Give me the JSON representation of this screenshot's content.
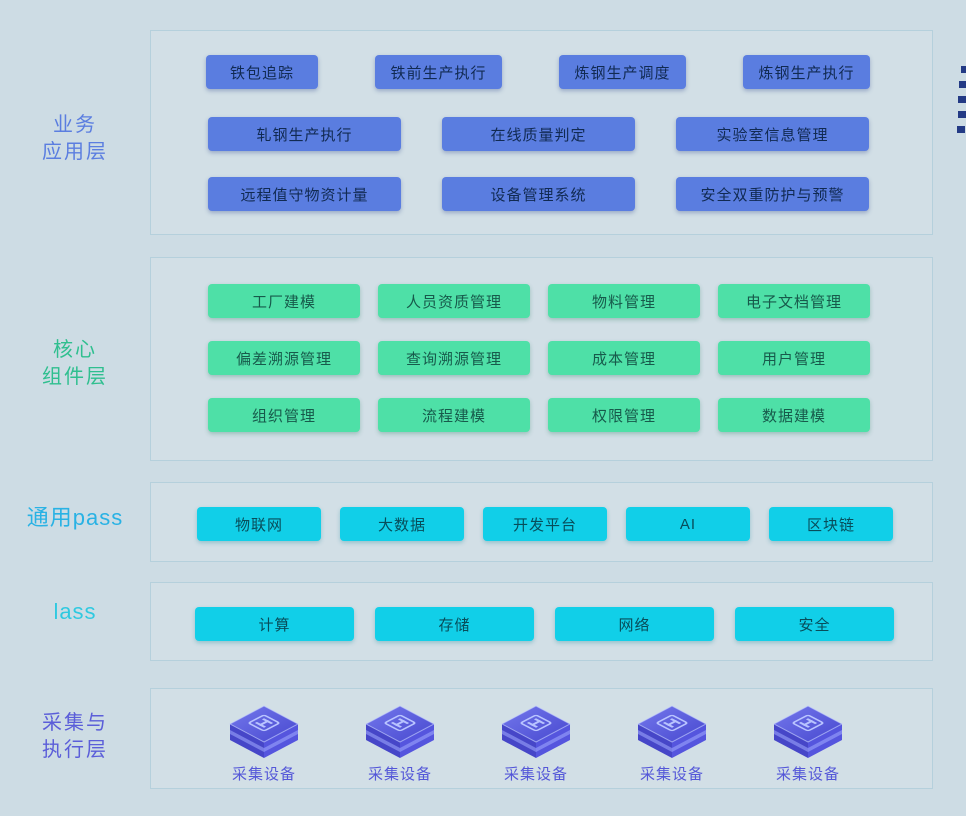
{
  "colors": {
    "background": "#cddce4",
    "panel_border": "#b5d0dc",
    "app_button": "#5a7de0",
    "component_button": "#4ee0a7",
    "paas_button": "#11cfe8",
    "iaas_button": "#11cfe8",
    "device_accent": "#5457d8",
    "business_label": "#5b7ee0",
    "core_label": "#2fbf8f",
    "paas_label": "#29b2e4",
    "iaas_label": "#2fc9e0",
    "device_label": "#5b5ed9",
    "decor_dot": "#233a85"
  },
  "layers": {
    "business": {
      "label_lines": [
        "业务",
        "应用层"
      ],
      "rows": [
        [
          "铁包追踪",
          "铁前生产执行",
          "炼钢生产调度",
          "炼钢生产执行"
        ],
        [
          "轧钢生产执行",
          "在线质量判定",
          "实验室信息管理"
        ],
        [
          "远程值守物资计量",
          "设备管理系统",
          "安全双重防护与预警"
        ]
      ]
    },
    "core": {
      "label_lines": [
        "核心",
        "组件层"
      ],
      "rows": [
        [
          "工厂建模",
          "人员资质管理",
          "物料管理",
          "电子文档管理"
        ],
        [
          "偏差溯源管理",
          "查询溯源管理",
          "成本管理",
          "用户管理"
        ],
        [
          "组织管理",
          "流程建模",
          "权限管理",
          "数据建模"
        ]
      ]
    },
    "paas": {
      "label": "通用pass",
      "buttons": [
        "物联网",
        "大数据",
        "开发平台",
        "AI",
        "区块链"
      ]
    },
    "iaas": {
      "label": "lass",
      "buttons": [
        "计算",
        "存储",
        "网络",
        "安全"
      ]
    },
    "device": {
      "label_lines": [
        "采集与",
        "执行层"
      ],
      "items": [
        "采集设备",
        "采集设备",
        "采集设备",
        "采集设备",
        "采集设备"
      ]
    }
  }
}
